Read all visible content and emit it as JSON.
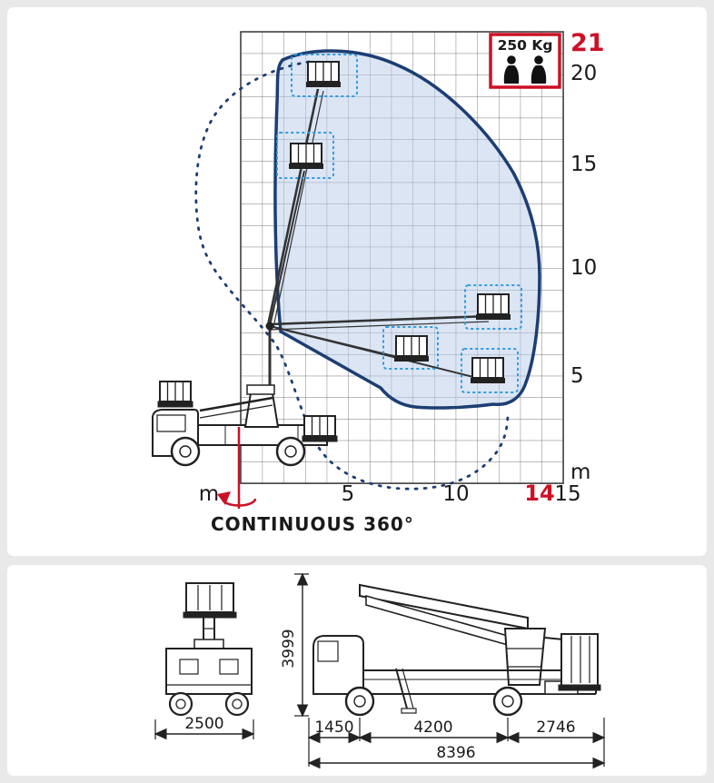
{
  "colors": {
    "red": "#cc1126",
    "navy": "#1c3e73",
    "envelope_fill": "#b8cbe9",
    "dotted_blue": "#2e9bdf",
    "line_art": "#2b2b2b",
    "panel_bg": "#ffffff",
    "page_bg": "#e9e9e9"
  },
  "range": {
    "load_badge": "250 Kg",
    "max_height": "21",
    "max_outreach": "14",
    "y_ticks": [
      "20",
      "15",
      "10",
      "5"
    ],
    "y_unit": "m",
    "x_ticks": [
      "5",
      "10"
    ],
    "x_end": "15",
    "x_unit": "m",
    "rotation_label": "CONTINUOUS 360°",
    "x_range_m": [
      0,
      15
    ],
    "y_range_m": [
      0,
      21
    ]
  },
  "dims": {
    "width": "2500",
    "height": "3999",
    "front_overhang": "1450",
    "wheelbase": "4200",
    "rear_overhang": "2746",
    "total_length": "8396"
  }
}
